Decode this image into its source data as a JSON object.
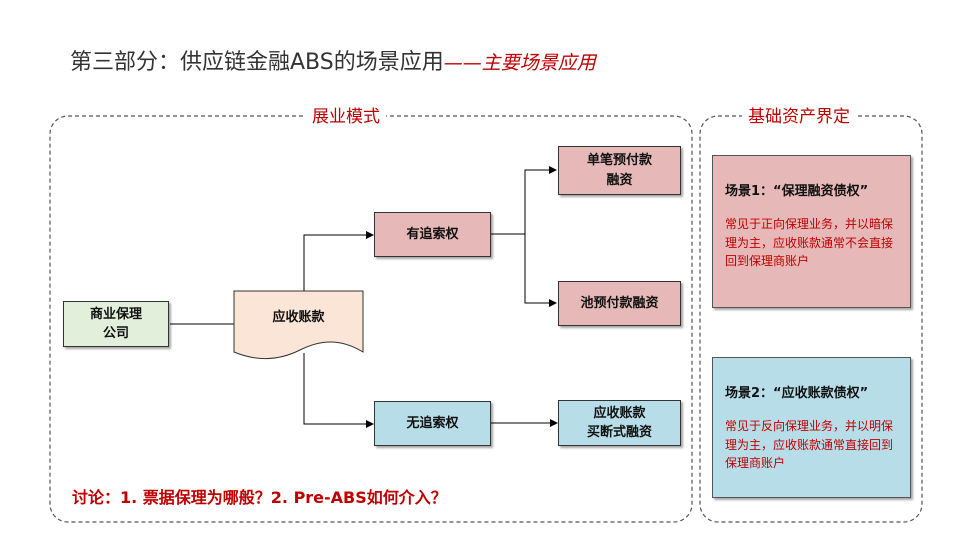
{
  "title": {
    "main": "第三部分：供应链金融ABS的场景应用",
    "sub": "——主要场景应用"
  },
  "left_panel": {
    "label": "展业模式"
  },
  "right_panel": {
    "label": "基础资产界定"
  },
  "nodes": {
    "company": "商业保理\n公司",
    "receivable": "应收账款",
    "recourse": "有追索权",
    "single_prepay": "单笔预付款\n融资",
    "pool_prepay": "池预付款融资",
    "nonrecourse": "无追索权",
    "buyout": "应收账款\n买断式融资"
  },
  "scenes": [
    {
      "title": "场景1：“保理融资债权”",
      "desc": "常见于正向保理业务，并以暗保理为主，应收账款通常不会直接回到保理商账户"
    },
    {
      "title": "场景2：“应收账款债权”",
      "desc": "常见于反向保理业务，并以明保理为主，应收账款通常直接回到保理商账户"
    }
  ],
  "discussion": "讨论：1. 票据保理为哪般？2. Pre-ABS如何介入？",
  "colors": {
    "accent_red": "#c00000",
    "green_fill": "#e2efda",
    "pink_fill": "#e6b8b7",
    "blue_fill": "#b7dee8"
  }
}
